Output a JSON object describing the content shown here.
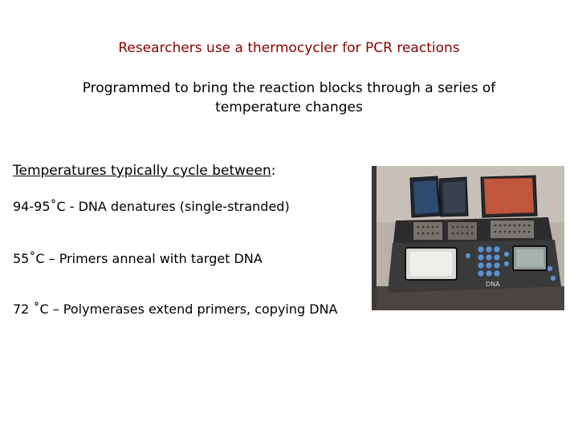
{
  "slide": {
    "title": "Researchers use a thermocycler for PCR reactions",
    "subtitle": "Programmed to bring the reaction blocks through a series of temperature changes",
    "heading_underlined": "Temperatures typically cycle between",
    "heading_suffix": ":",
    "items": [
      "94-95˚C  - DNA denatures (single-stranded)",
      "55˚C – Primers anneal with target DNA",
      "72 ˚C – Polymerases extend primers, copying DNA"
    ]
  },
  "photo": {
    "device_label": "DNA"
  },
  "colors": {
    "title": "#8b0000",
    "text": "#000000",
    "background": "#ffffff"
  }
}
